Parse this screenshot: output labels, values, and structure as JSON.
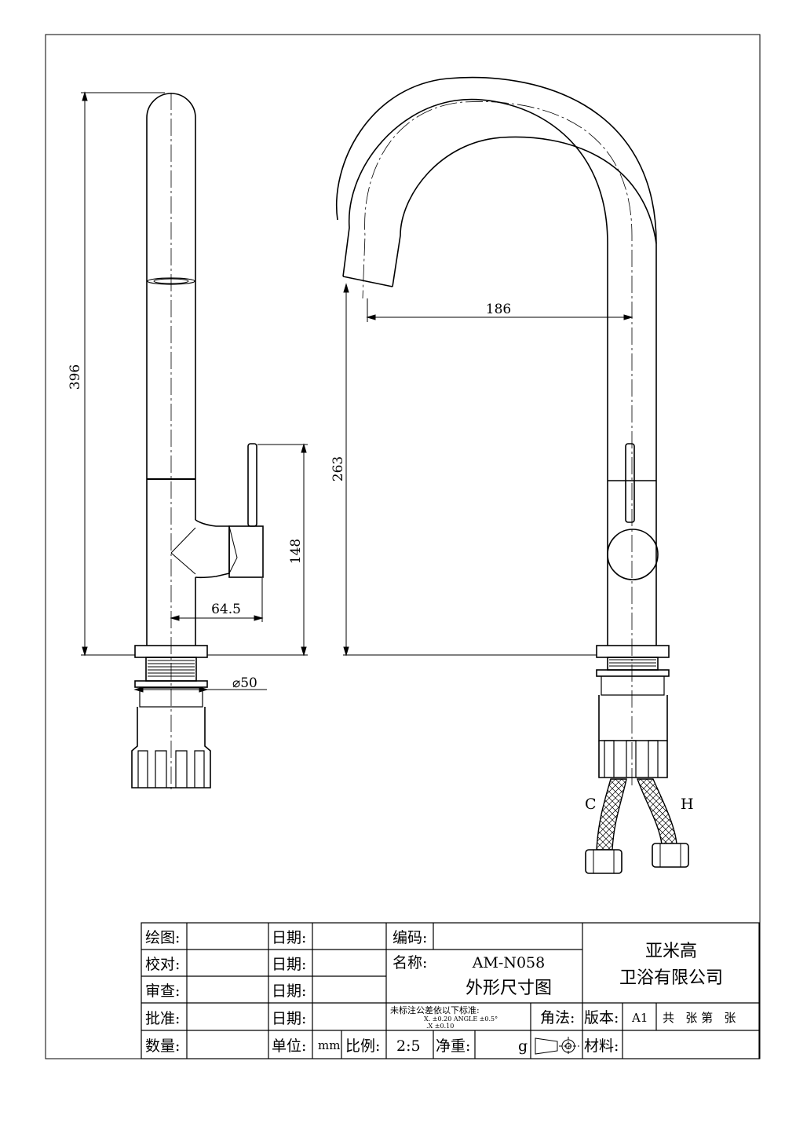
{
  "dimensions": {
    "total_height": "396",
    "lever_height": "148",
    "handle_offset": "64.5",
    "base_diameter": "⌀50",
    "spout_reach": "186",
    "spout_height": "263"
  },
  "hose_labels": {
    "cold": "C",
    "hot": "H"
  },
  "title_block": {
    "draw_label": "绘图:",
    "check_label": "校对:",
    "review_label": "审查:",
    "approve_label": "批准:",
    "qty_label": "数量:",
    "date_label": "日期:",
    "unit_label": "单位:",
    "unit_value": "mm",
    "scale_label": "比例:",
    "scale_value": "2:5",
    "weight_label": "净重:",
    "weight_unit": "g",
    "code_label": "编码:",
    "name_label": "名称:",
    "model": "AM-N058",
    "drawing_title": "外形尺寸图",
    "company_line1": "亚米高",
    "company_line2": "卫浴有限公司",
    "tolerance_title": "未标注公差依以下标准:",
    "tolerance_line1": "X.      ±0.20  ANGLE  ±0.5°",
    "tolerance_line2": ".X      ±0.10",
    "projection_label": "角法:",
    "version_label": "版本:",
    "version_value": "A1",
    "sheets_text": "共   张 第   张",
    "material_label": "材料:"
  }
}
